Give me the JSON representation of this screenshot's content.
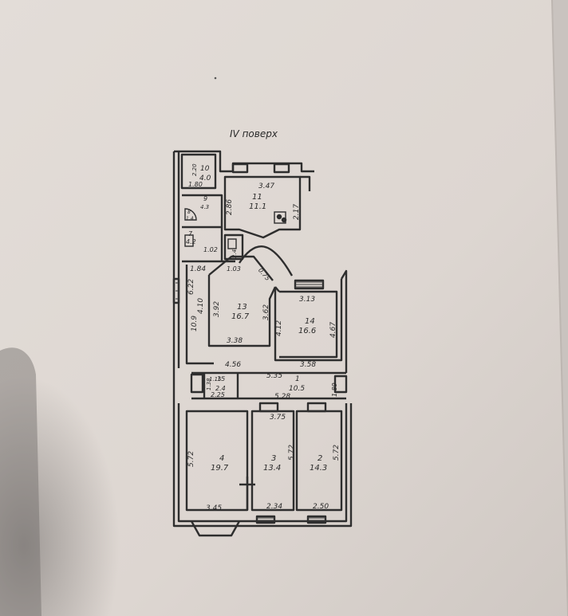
{
  "title": "IV поверх",
  "rooms": [
    {
      "id": "10",
      "area": "4.0",
      "dims": [
        "2.20",
        "1.80"
      ]
    },
    {
      "id": "9",
      "area": "4.3"
    },
    {
      "id": "8",
      "area": "1.4"
    },
    {
      "id": "7",
      "area": "4.2"
    },
    {
      "id": "11",
      "area": "11.1",
      "dims": [
        "3.47",
        "2.86",
        "2.17"
      ]
    },
    {
      "id": "6",
      "area": "2.4",
      "dims": [
        "1.02"
      ]
    },
    {
      "id": "12",
      "area": "10.9",
      "dims": [
        "1.84",
        "6.22",
        "4.10",
        "1.03"
      ]
    },
    {
      "id": "13",
      "area": "16.7",
      "dims": [
        "3.92",
        "3.62",
        "3.38",
        "0.75"
      ]
    },
    {
      "id": "14",
      "area": "16.6",
      "dims": [
        "3.13",
        "4.12",
        "4.67",
        "3.58"
      ]
    },
    {
      "id": "15",
      "area": "2.4",
      "dims": [
        "1.15",
        "1.38",
        "2.25"
      ]
    },
    {
      "id": "1",
      "area": "10.5",
      "dims": [
        "5.35",
        "5.28",
        "1.89"
      ]
    },
    {
      "id": "4",
      "area": "19.7",
      "dims": [
        "5.72",
        "3.45"
      ]
    },
    {
      "id": "3",
      "area": "13.4",
      "dims": [
        "3.75",
        "5.72",
        "2.34"
      ]
    },
    {
      "id": "2",
      "area": "14.3",
      "dims": [
        "5.72",
        "2.50"
      ]
    }
  ],
  "dims_misc": [
    "4.56"
  ]
}
